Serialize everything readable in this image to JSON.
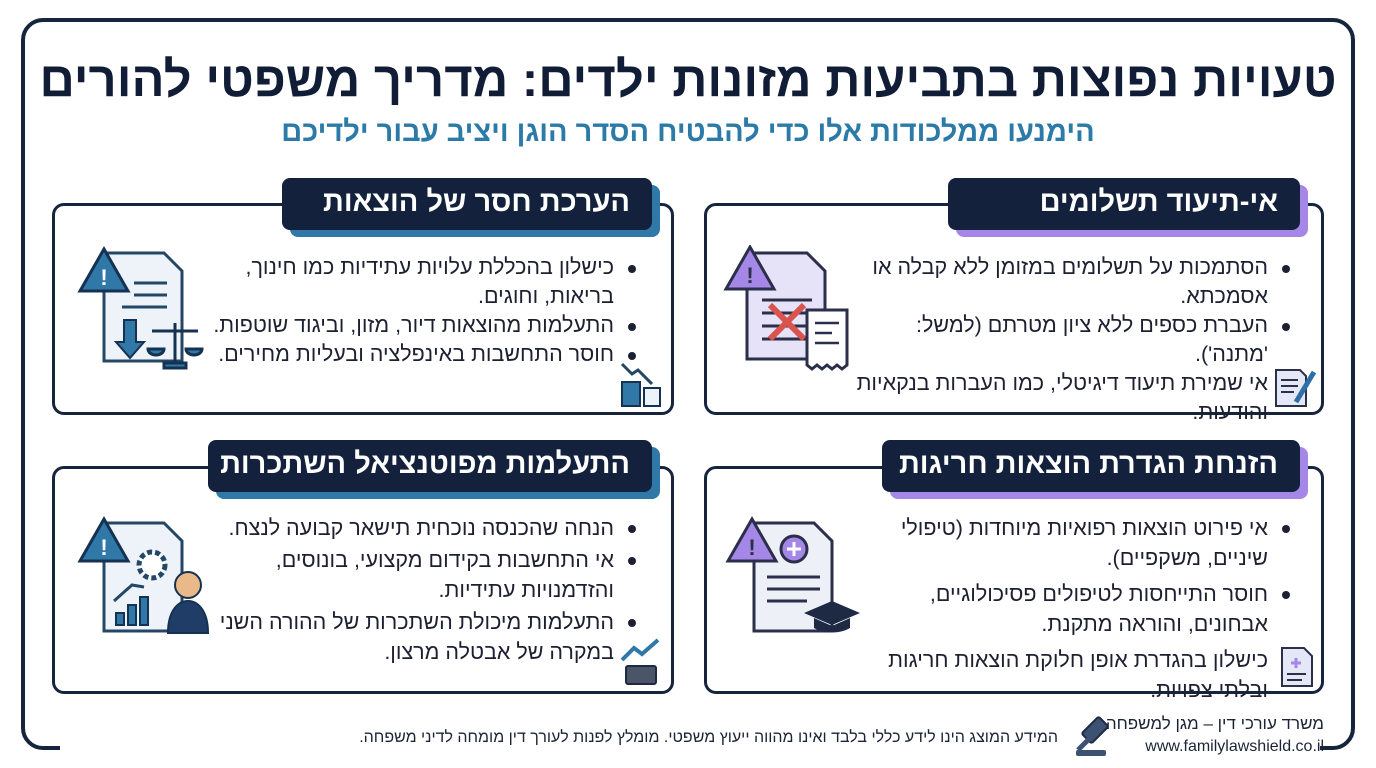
{
  "title": "טעויות נפוצות בתביעות מזונות ילדים: מדריך משפטי להורים",
  "subtitle": "הימנעו ממלכודות אלו כדי להבטיח הסדר הוגן ויציב עבור ילדיכם",
  "colors": {
    "navy": "#13213c",
    "purple": "#a487e6",
    "blue": "#2f78a8",
    "subtitle": "#2b7aa8"
  },
  "cards": [
    {
      "title": "אי-תיעוד תשלומים",
      "accent": "purple",
      "icon": "document-receipt-warning-icon",
      "bullets": [
        "הסתמכות על תשלומים במזומן ללא קבלה או אסמכתא.",
        "העברת כספים ללא ציון מטרתם (למשל: 'מתנה').",
        "אי שמירת תיעוד דיגיטלי, כמו העברות בנקאיות והודעות."
      ]
    },
    {
      "title": "הערכת חסר של הוצאות",
      "accent": "blue",
      "icon": "document-scales-warning-icon",
      "bullets": [
        "כישלון בהכללת עלויות עתידיות כמו חינוך, בריאות, וחוגים.",
        "התעלמות מהוצאות דיור, מזון, וביגוד שוטפות.",
        "חוסר התחשבות באינפלציה ובעליות מחירים."
      ]
    },
    {
      "title": "הזנחת הגדרת הוצאות חריגות",
      "accent": "purple",
      "icon": "medical-document-graduation-icon",
      "bullets": [
        "אי פירוט הוצאות רפואיות מיוחדות (טיפולי שיניים, משקפיים).",
        "חוסר התייחסות לטיפולים פסיכולוגיים, אבחונים, והוראה מתקנת.",
        "כישלון בהגדרת אופן חלוקת הוצאות חריגות ובלתי צפויות."
      ]
    },
    {
      "title": "התעלמות מפוטנציאל השתכרות",
      "accent": "blue",
      "icon": "career-growth-warning-icon",
      "bullets": [
        "הנחה שהכנסה נוכחית תישאר קבועה לנצח.",
        "אי התחשבות בקידום מקצועי, בונוסים, והזדמנויות עתידיות.",
        "התעלמות מיכולת השתכרות של ההורה השני במקרה של אבטלה מרצון."
      ]
    }
  ],
  "footer": {
    "firm": "משרד עורכי דין – מגן למשפחה",
    "url": "www.familylawshield.co.il",
    "disclaimer": "המידע המוצג הינו לידע כללי בלבד ואינו מהווה ייעוץ משפטי. מומלץ לפנות לעורך דין מומחה לדיני משפחה."
  }
}
